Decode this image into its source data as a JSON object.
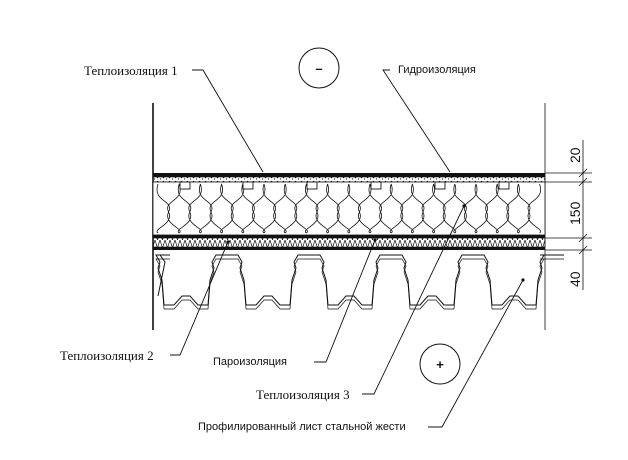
{
  "labels": {
    "insulation_1": "Теплоизоляция 1",
    "waterproofing": "Гидроизоляция",
    "insulation_2": "Теплоизоляция 2",
    "vapor_barrier": "Пароизоляция",
    "insulation_3": "Теплоизоляция 3",
    "profiled_sheet": "Профилированный лист стальной жести"
  },
  "signs": {
    "outside": "–",
    "inside": "+"
  },
  "dimensions": {
    "top_layer": "20",
    "middle_layer": "150",
    "bottom_layer": "40"
  }
}
